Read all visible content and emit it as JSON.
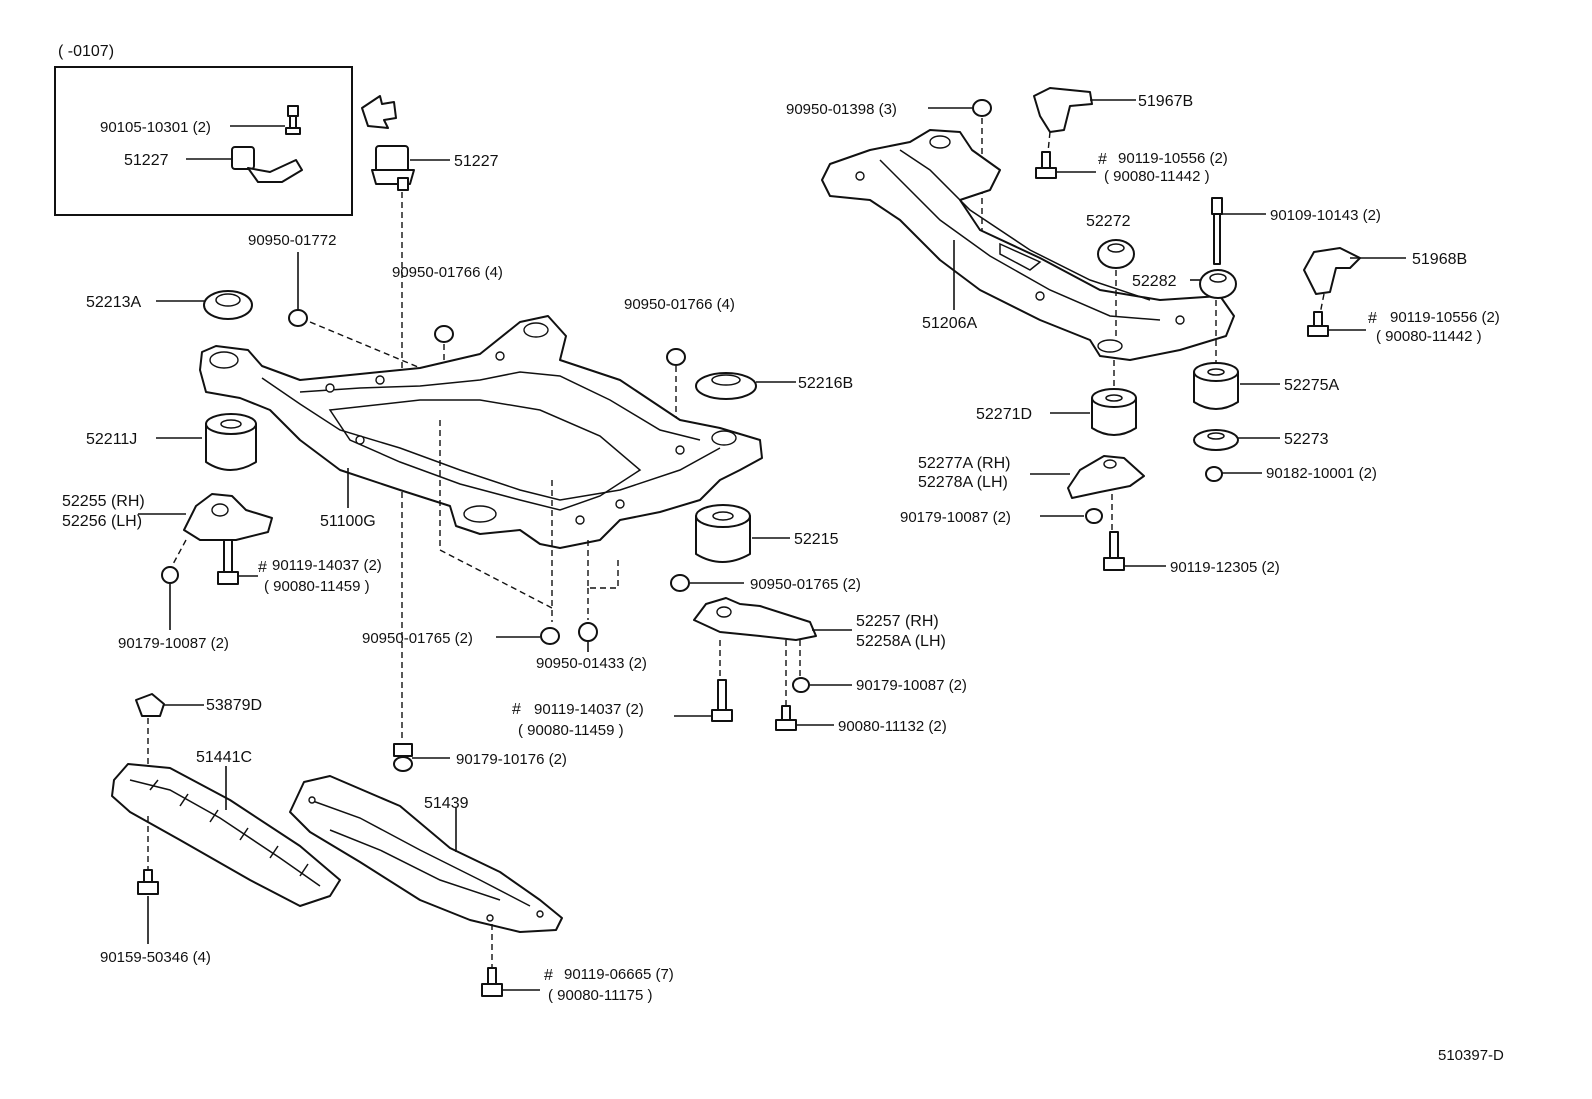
{
  "diagram": {
    "inset_range": "(        -0107)",
    "ref_code": "510397-D",
    "labels": {
      "p90105_10301": "90105-10301 (2)",
      "p51227_inset": "51227",
      "p51227": "51227",
      "p90950_01772": "90950-01772",
      "p90950_01766_a": "90950-01766 (4)",
      "p90950_01766_b": "90950-01766 (4)",
      "p52213A": "52213A",
      "p52216B": "52216B",
      "p52211J": "52211J",
      "p52255": "52255 (RH)",
      "p52256": "52256 (LH)",
      "p51100G": "51100G",
      "p52215": "52215",
      "p90119_14037_a": "90119-14037 (2)",
      "p90080_11459_a": "( 90080-11459 )",
      "p90179_10087_a": "90179-10087 (2)",
      "p90950_01765_a": "90950-01765 (2)",
      "p90950_01433": "90950-01433 (2)",
      "p90950_01765_b": "90950-01765 (2)",
      "p52257": "52257   (RH)",
      "p52258A": "52258A (LH)",
      "p90179_10087_b": "90179-10087 (2)",
      "p90080_11132": "90080-11132 (2)",
      "p90119_14037_b": "90119-14037 (2)",
      "p90080_11459_b": "( 90080-11459 )",
      "p90179_10176": "90179-10176 (2)",
      "p53879D": "53879D",
      "p51441C": "51441C",
      "p51439": "51439",
      "p90159_50346": "90159-50346 (4)",
      "p90119_06665": "90119-06665 (7)",
      "p90080_11175": "( 90080-11175 )",
      "p90950_01398": "90950-01398 (3)",
      "p51967B": "51967B",
      "p90119_10556_a": "90119-10556 (2)",
      "p90080_11442_a": "( 90080-11442 )",
      "p52272": "52272",
      "p90109_10143": "90109-10143 (2)",
      "p51968B": "51968B",
      "p52282": "52282",
      "p51206A": "51206A",
      "p90119_10556_b": "90119-10556 (2)",
      "p90080_11442_b": "( 90080-11442 )",
      "p52275A": "52275A",
      "p52271D": "52271D",
      "p52273": "52273",
      "p52277A": "52277A (RH)",
      "p52278A": "52278A (LH)",
      "p90182_10001": "90182-10001 (2)",
      "p90179_10087_c": "90179-10087 (2)",
      "p90119_12305": "90119-12305 (2)"
    },
    "new_part_mark": "#"
  }
}
